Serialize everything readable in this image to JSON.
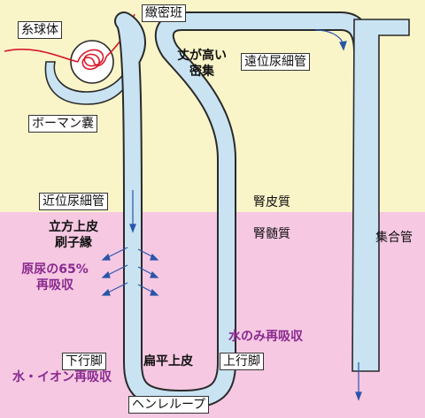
{
  "colors": {
    "cortex": "#faf5c8",
    "medulla": "#f6c8e2",
    "tubule_fill": "#c9e3f2",
    "tubule_stroke": "#2a2a2a",
    "arrow": "#2a55aa",
    "capillary": "#d8192a",
    "annotation": "#8a2a8f"
  },
  "labels": {
    "glomerulus": "糸球体",
    "macula_densa": "緻密班",
    "tall_dense": [
      "丈が高い",
      "密集"
    ],
    "distal_tubule": "遠位尿細管",
    "bowman_capsule": "ボーマン嚢",
    "proximal_tubule": "近位尿細管",
    "cortex": "腎皮質",
    "medulla": "腎髄質",
    "collecting_duct": "集合管",
    "cuboidal_brush": [
      "立方上皮",
      "刷子縁"
    ],
    "reabsorb_65": [
      "原尿の65%",
      "再吸収"
    ],
    "water_only": "水のみ再吸収",
    "descending_limb": "下行脚",
    "flat_epithelium": "扁平上皮",
    "ascending_limb": "上行脚",
    "water_ion": "水・イオン再吸収",
    "henle_loop": "ヘンレループ"
  }
}
